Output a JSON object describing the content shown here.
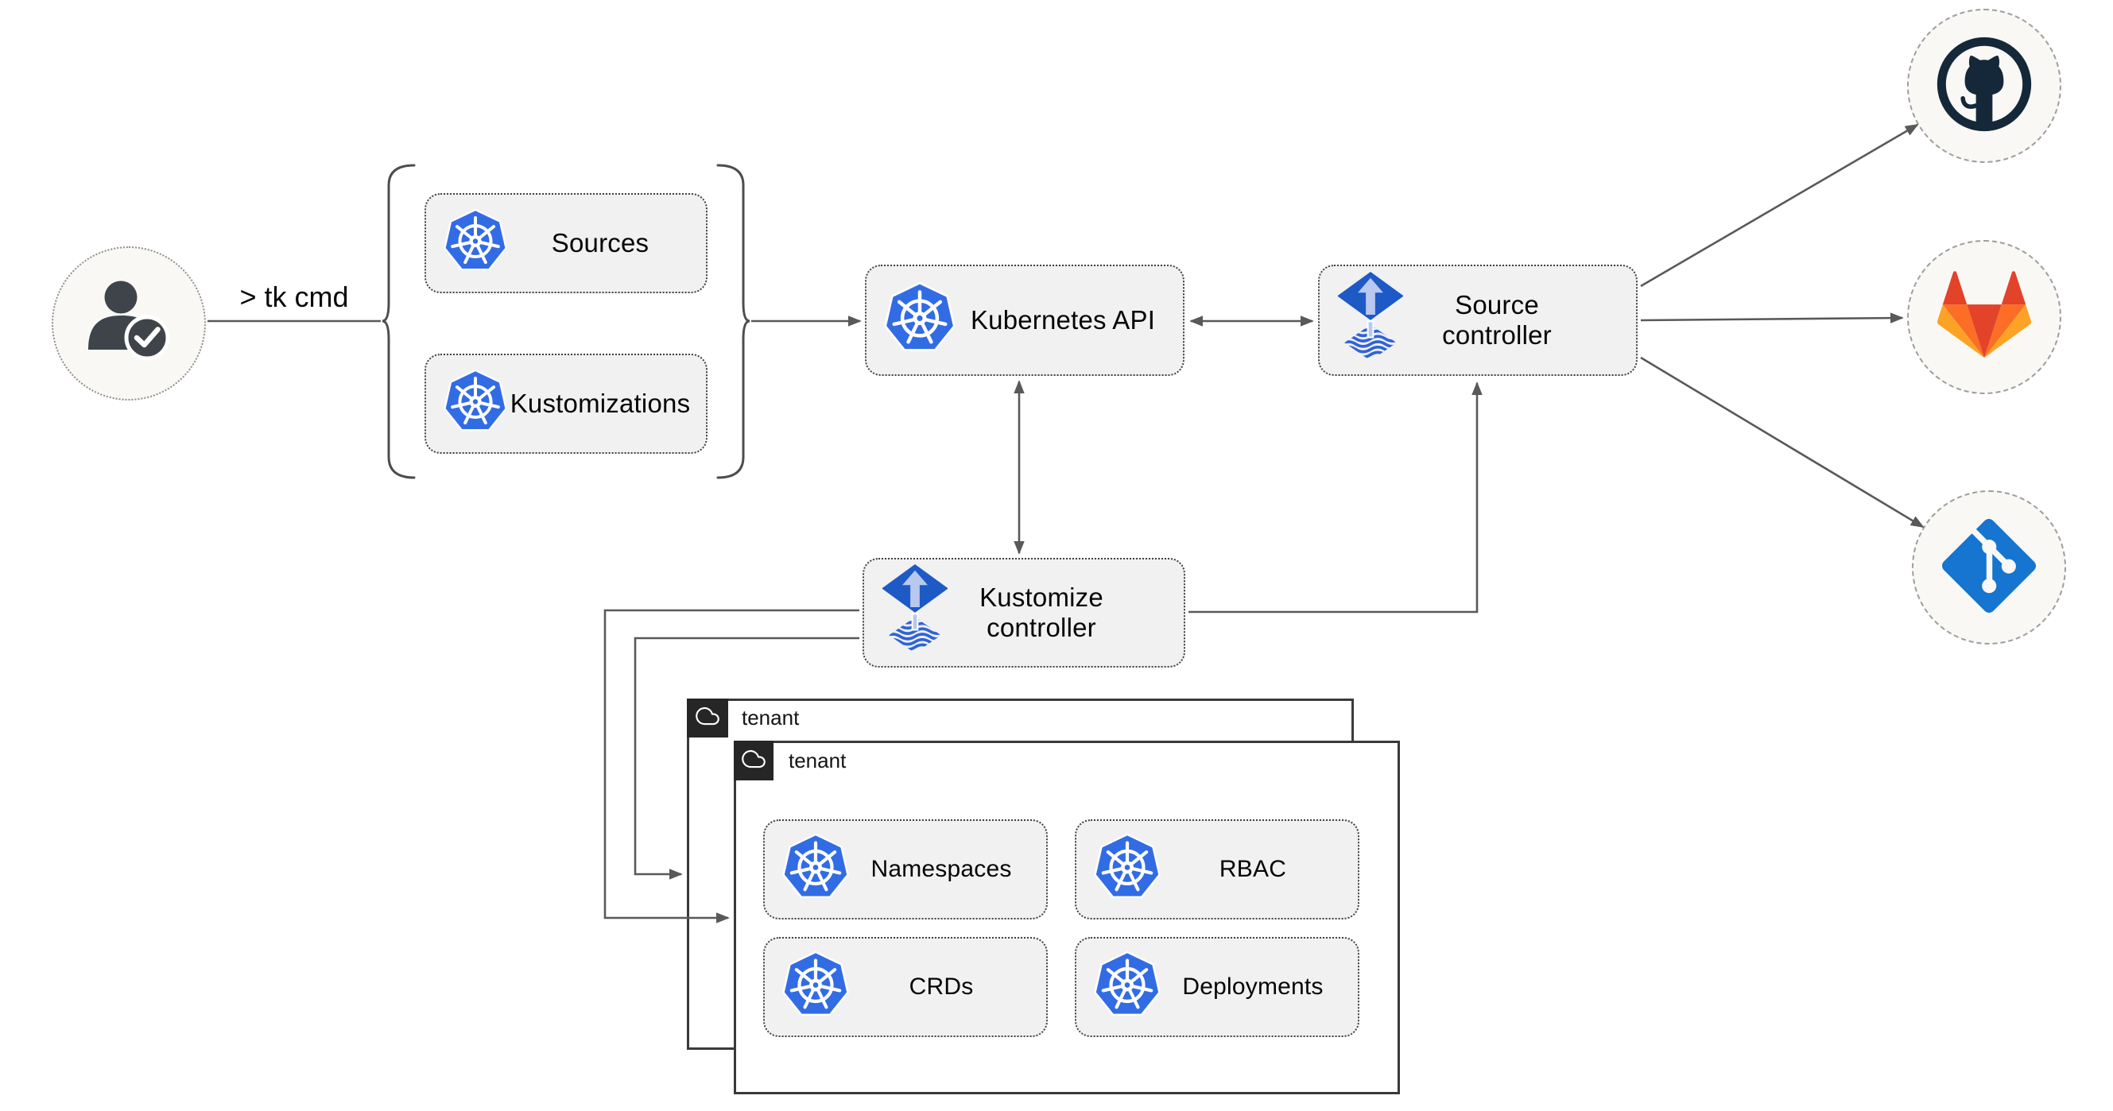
{
  "diagram": {
    "title_hint": "GitOps toolkit architecture",
    "user": {
      "icon": "user-check-icon",
      "command_label": "> tk cmd"
    },
    "cli_group": {
      "items": [
        {
          "id": "sources",
          "label": "Sources",
          "icon": "kubernetes-icon"
        },
        {
          "id": "kustomizations",
          "label": "Kustomizations",
          "icon": "kubernetes-icon"
        }
      ]
    },
    "nodes": {
      "kubernetes_api": {
        "label": "Kubernetes API",
        "icon": "kubernetes-icon"
      },
      "source_controller": {
        "label": "Source controller",
        "icon": "flux-icon"
      },
      "kustomize_controller": {
        "label": "Kustomize controller",
        "icon": "flux-icon"
      }
    },
    "tenants": {
      "back": {
        "label": "tenant",
        "icon": "cloud-icon"
      },
      "front": {
        "label": "tenant",
        "icon": "cloud-icon",
        "resources": [
          {
            "id": "namespaces",
            "label": "Namespaces",
            "icon": "kubernetes-icon"
          },
          {
            "id": "rbac",
            "label": "RBAC",
            "icon": "kubernetes-icon"
          },
          {
            "id": "crds",
            "label": "CRDs",
            "icon": "kubernetes-icon"
          },
          {
            "id": "deployments",
            "label": "Deployments",
            "icon": "kubernetes-icon"
          }
        ]
      }
    },
    "repositories": [
      {
        "id": "github",
        "icon": "github-icon"
      },
      {
        "id": "gitlab",
        "icon": "gitlab-icon"
      },
      {
        "id": "git",
        "icon": "git-icon"
      }
    ],
    "colors": {
      "kubernetes_blue": "#326ce5",
      "flux_blue": "#1d5ac6",
      "flux_stripe_blue": "#2f64d6",
      "flux_arrow_pale": "#b9c8ee",
      "github_dark": "#15283a",
      "gitlab_red": "#e24329",
      "gitlab_orange": "#fc6d26",
      "gitlab_light_orange": "#fca326",
      "git_blue": "#1575d0",
      "connector_gray": "#595959",
      "node_fill": "#f1f1f2",
      "circle_fill": "#faf8f4",
      "tab_dark": "#262626"
    }
  }
}
